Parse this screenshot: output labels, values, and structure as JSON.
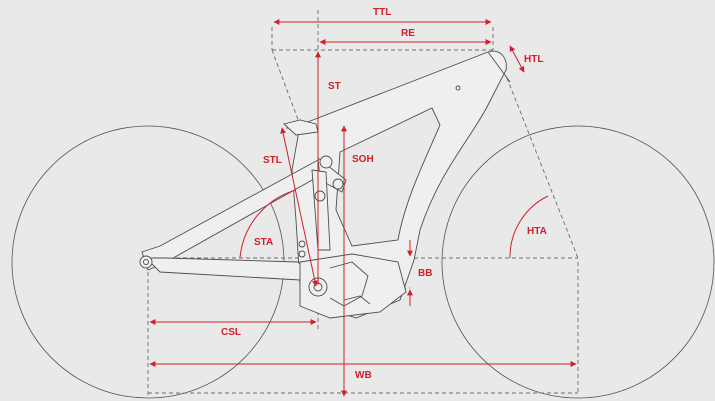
{
  "diagram": {
    "labels": {
      "ttl": "TTL",
      "re": "RE",
      "htl": "HTL",
      "st": "ST",
      "stl": "STL",
      "soh": "SOH",
      "sta": "STA",
      "hta": "HTA",
      "bb": "BB",
      "csl": "CSL",
      "wb": "WB"
    },
    "colors": {
      "dimension": "#d0202b",
      "frame": "#4d4d4d",
      "background": "#e9e9e9"
    }
  }
}
